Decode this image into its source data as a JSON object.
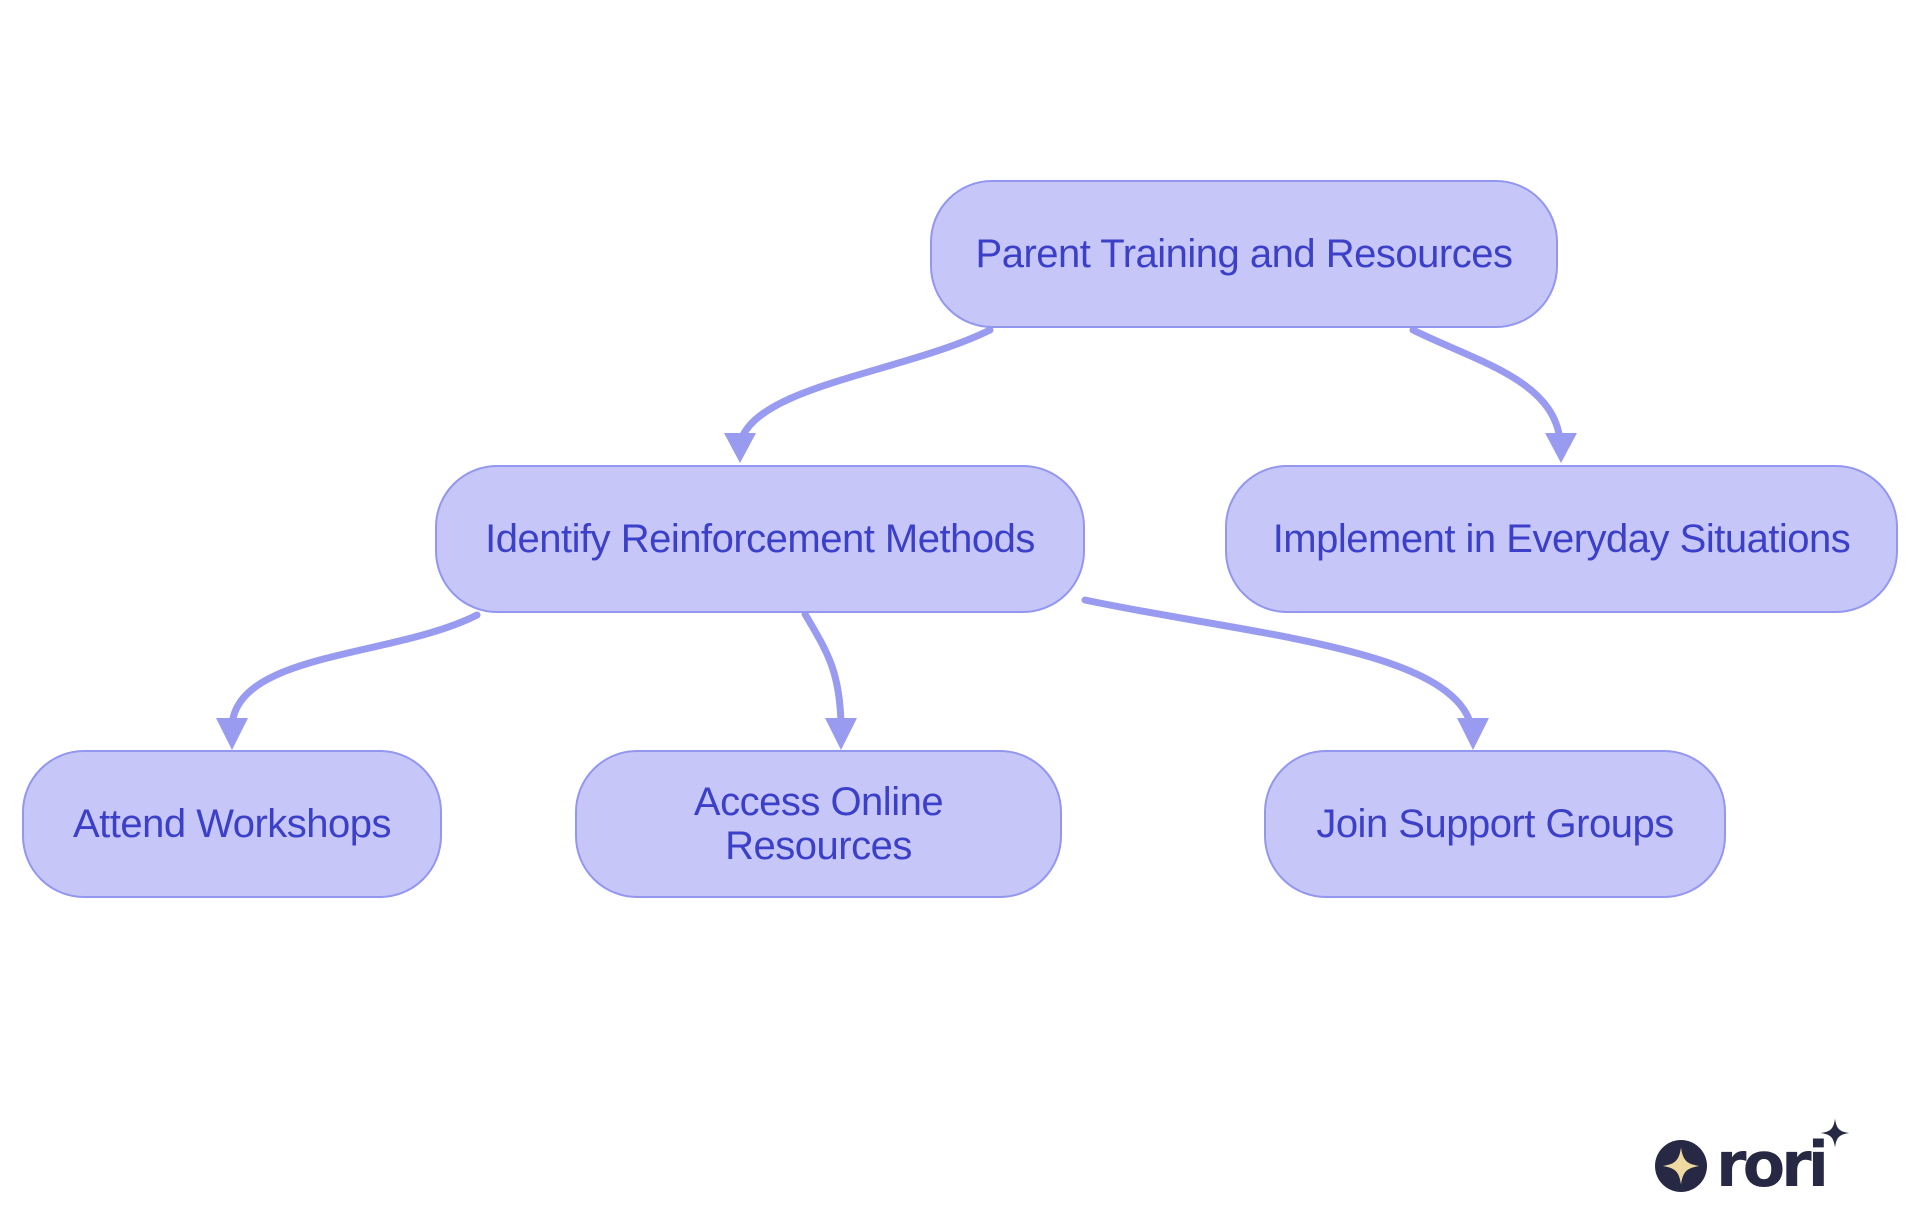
{
  "diagram": {
    "type": "flowchart",
    "direction": "top-down",
    "nodes": {
      "parent_training": {
        "label": "Parent Training and Resources"
      },
      "identify_methods": {
        "label": "Identify Reinforcement Methods"
      },
      "implement_situations": {
        "label": "Implement in Everyday Situations"
      },
      "attend_workshops": {
        "label": "Attend Workshops"
      },
      "access_online": {
        "label": "Access Online Resources"
      },
      "join_support": {
        "label": "Join Support Groups"
      }
    },
    "edges": [
      {
        "from": "parent_training",
        "to": "identify_methods"
      },
      {
        "from": "parent_training",
        "to": "implement_situations"
      },
      {
        "from": "identify_methods",
        "to": "attend_workshops"
      },
      {
        "from": "identify_methods",
        "to": "access_online"
      },
      {
        "from": "identify_methods",
        "to": "join_support"
      }
    ],
    "colors": {
      "background": "#ffffff",
      "node_fill": "#c6c7f8",
      "node_border": "#9397ef",
      "node_text": "#3c40c8",
      "arrow": "#989bf0"
    }
  },
  "logo": {
    "text": "rori",
    "icon": "sparkle-in-circle",
    "colors": {
      "navy": "#272944",
      "gold": "#eed9a1"
    }
  }
}
